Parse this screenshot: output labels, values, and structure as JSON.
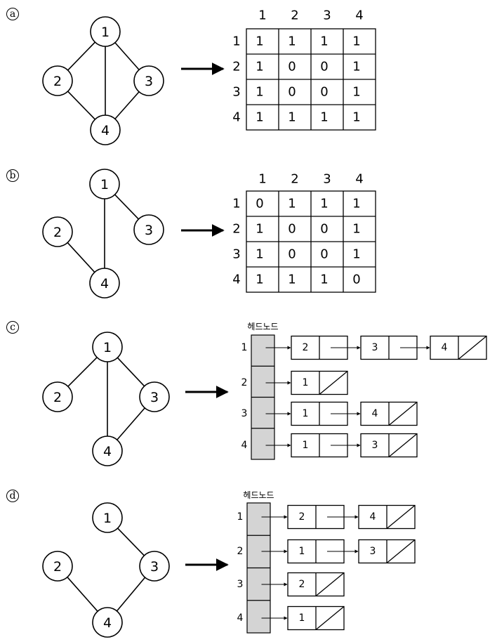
{
  "panels": [
    {
      "marker": "a",
      "graph": {
        "nodes": [
          {
            "id": "1",
            "label": "1"
          },
          {
            "id": "2",
            "label": "2"
          },
          {
            "id": "3",
            "label": "3"
          },
          {
            "id": "4",
            "label": "4"
          }
        ],
        "edges": [
          [
            "1",
            "2"
          ],
          [
            "1",
            "3"
          ],
          [
            "1",
            "4"
          ],
          [
            "2",
            "4"
          ],
          [
            "3",
            "4"
          ]
        ]
      },
      "matrix": {
        "col_headers": [
          "1",
          "2",
          "3",
          "4"
        ],
        "row_headers": [
          "1",
          "2",
          "3",
          "4"
        ],
        "values": [
          [
            "1",
            "1",
            "1",
            "1"
          ],
          [
            "1",
            "0",
            "0",
            "1"
          ],
          [
            "1",
            "0",
            "0",
            "1"
          ],
          [
            "1",
            "1",
            "1",
            "1"
          ]
        ]
      }
    },
    {
      "marker": "b",
      "graph": {
        "nodes": [
          {
            "id": "1",
            "label": "1"
          },
          {
            "id": "2",
            "label": "2"
          },
          {
            "id": "3",
            "label": "3"
          },
          {
            "id": "4",
            "label": "4"
          }
        ],
        "edges": [
          [
            "1",
            "3"
          ],
          [
            "1",
            "4"
          ],
          [
            "2",
            "4"
          ]
        ]
      },
      "matrix": {
        "col_headers": [
          "1",
          "2",
          "3",
          "4"
        ],
        "row_headers": [
          "1",
          "2",
          "3",
          "4"
        ],
        "values": [
          [
            "0",
            "1",
            "1",
            "1"
          ],
          [
            "1",
            "0",
            "0",
            "1"
          ],
          [
            "1",
            "0",
            "0",
            "1"
          ],
          [
            "1",
            "1",
            "1",
            "0"
          ]
        ]
      }
    },
    {
      "marker": "c",
      "graph": {
        "nodes": [
          {
            "id": "1",
            "label": "1"
          },
          {
            "id": "2",
            "label": "2"
          },
          {
            "id": "3",
            "label": "3"
          },
          {
            "id": "4",
            "label": "4"
          }
        ],
        "edges": [
          [
            "1",
            "2"
          ],
          [
            "1",
            "3"
          ],
          [
            "1",
            "4"
          ],
          [
            "3",
            "4"
          ]
        ]
      },
      "list": {
        "head_label": "헤드노드",
        "rows": [
          {
            "label": "1",
            "nodes": [
              "2",
              "3",
              "4"
            ]
          },
          {
            "label": "2",
            "nodes": [
              "1"
            ]
          },
          {
            "label": "3",
            "nodes": [
              "1",
              "4"
            ]
          },
          {
            "label": "4",
            "nodes": [
              "1",
              "3"
            ]
          }
        ]
      }
    },
    {
      "marker": "d",
      "graph": {
        "nodes": [
          {
            "id": "1",
            "label": "1"
          },
          {
            "id": "2",
            "label": "2"
          },
          {
            "id": "3",
            "label": "3"
          },
          {
            "id": "4",
            "label": "4"
          }
        ],
        "edges": [
          [
            "1",
            "3"
          ],
          [
            "2",
            "4"
          ],
          [
            "3",
            "4"
          ]
        ]
      },
      "list": {
        "head_label": "헤드노드",
        "rows": [
          {
            "label": "1",
            "nodes": [
              "2",
              "4"
            ]
          },
          {
            "label": "2",
            "nodes": [
              "1",
              "3"
            ]
          },
          {
            "label": "3",
            "nodes": [
              "2"
            ]
          },
          {
            "label": "4",
            "nodes": [
              "1"
            ]
          }
        ]
      }
    }
  ]
}
